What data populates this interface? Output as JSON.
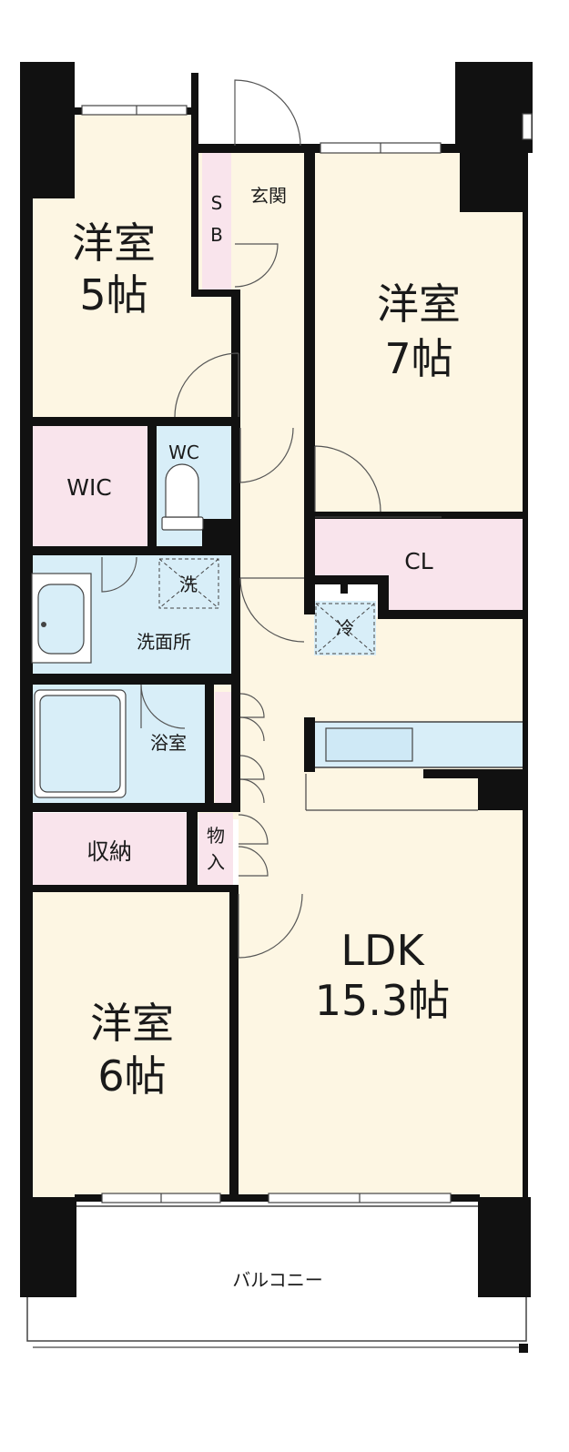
{
  "colors": {
    "room_cream": "#fdf6e3",
    "closet_pink": "#f9e4ec",
    "wet_blue": "#d8eef8",
    "wall_black": "#111111",
    "balcony_white": "#ffffff"
  },
  "rooms": {
    "western_5": {
      "line1": "洋室",
      "line2": "5帖"
    },
    "western_7": {
      "line1": "洋室",
      "line2": "7帖"
    },
    "western_6": {
      "line1": "洋室",
      "line2": "6帖"
    },
    "ldk": {
      "line1": "LDK",
      "line2": "15.3帖"
    },
    "entrance": "玄関",
    "shoe_box_s": "S",
    "shoe_box_b": "B",
    "wic": "WIC",
    "wc": "WC",
    "washer": "洗",
    "washroom": "洗面所",
    "bathroom": "浴室",
    "fridge": "冷",
    "closet": "CL",
    "storage": "収納",
    "storage_small_1": "物",
    "storage_small_2": "入",
    "balcony": "バルコニー"
  }
}
